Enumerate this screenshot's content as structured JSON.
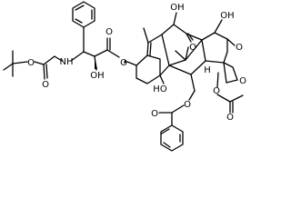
{
  "atom_labels": {
    "nh": "NH",
    "o_carbamate": "O",
    "o_carbamate_carbonyl": "O",
    "oh_side_chain": "OH",
    "o_side_ester_carbonyl": "O",
    "o_side_ester": "O",
    "oh_c10": "OH",
    "o_c9": "O",
    "oh_c7": "OH",
    "o_c7_ketone": "O",
    "oh_c1": "HO",
    "o_benzoate": "O",
    "o_benzoate_carbonyl": "O",
    "o_oxetane": "O",
    "o_acetate": "O",
    "o_acetate_carbonyl": "O",
    "h_c3": "H"
  }
}
